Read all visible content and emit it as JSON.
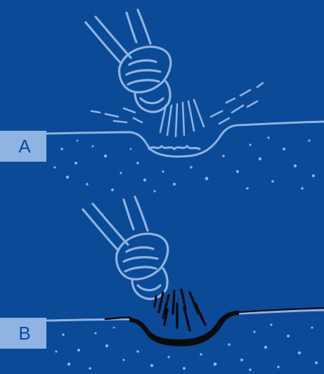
{
  "panels": [
    {
      "label": "A"
    },
    {
      "label": "B"
    }
  ],
  "colors": {
    "background": "#0a4a97",
    "line": "#8fb3e2",
    "deposit": "#0b0b0b"
  },
  "icons": {
    "nozzle": "spray-nozzle-icon",
    "spray": "spray-jet",
    "surface": "ground-surface"
  }
}
